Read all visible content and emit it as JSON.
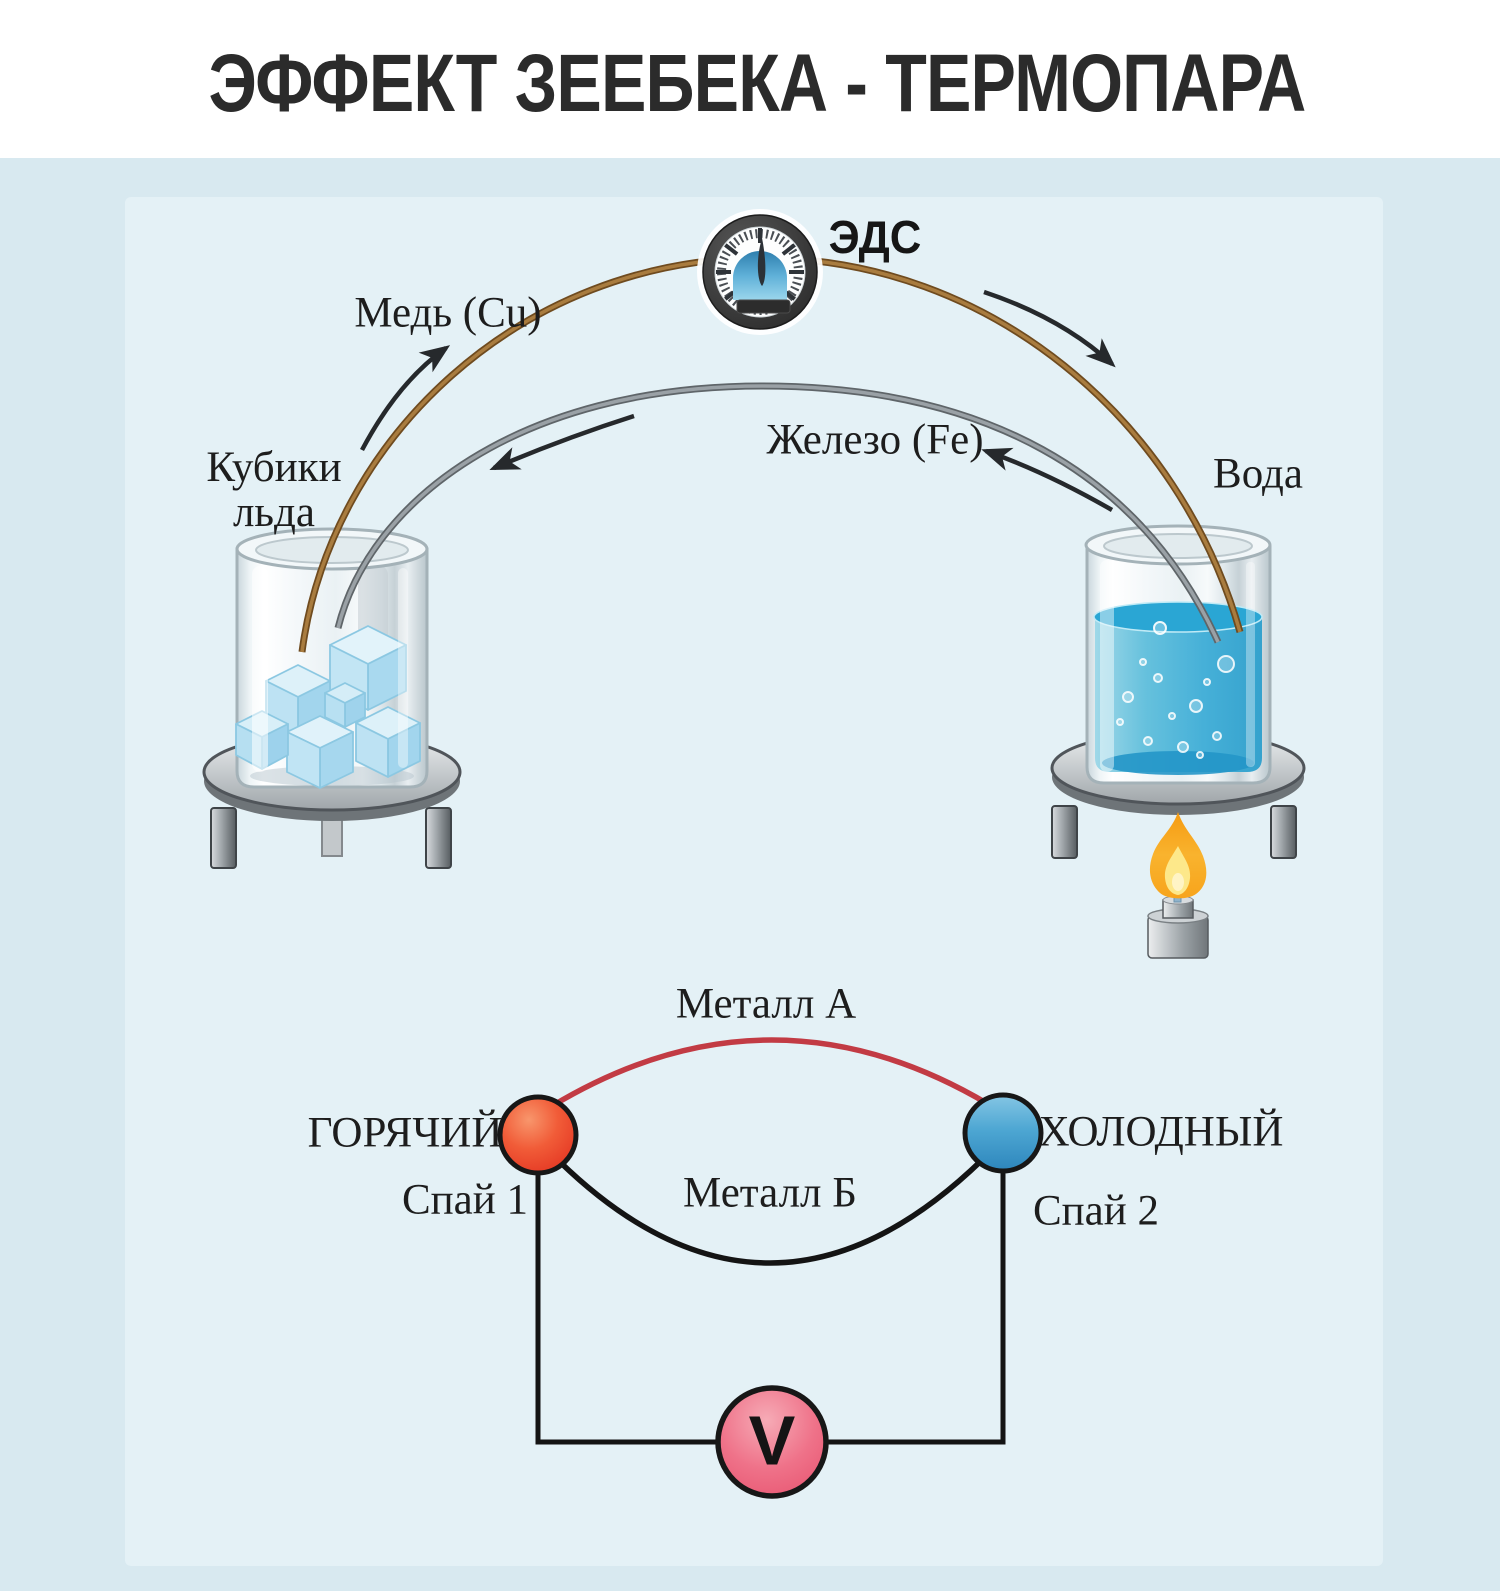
{
  "title": "ЭФФЕКТ ЗЕЕБЕКА - ТЕРМОПАРА",
  "top_diagram": {
    "meter_label": "ЭДС",
    "copper_wire_label": "Медь (Cu)",
    "iron_wire_label": "Железо (Fe)",
    "ice_label": "Кубики\nльда",
    "water_label": "Вода"
  },
  "bottom_diagram": {
    "metal_a_label": "Металл А",
    "metal_b_label": "Металл Б",
    "hot_label": "ГОРЯЧИЙ",
    "hot_junction_label": "Спай 1",
    "cold_label": "ХОЛОДНЫЙ",
    "cold_junction_label": "Спай 2",
    "voltmeter_label": "V"
  },
  "colors": {
    "background": "#d8e9f0",
    "panel": "#e4f1f6",
    "copper_wire": "#a97c3f",
    "iron_wire": "#9aa1a6",
    "metal_a_wire": "#c23b44",
    "metal_b_wire": "#141414",
    "hot_junction": "#e83a24",
    "cold_junction": "#3a95c8",
    "voltmeter": "#ee6a81",
    "flame": "#f5a21f",
    "water": "#46b0d8",
    "ice": "#b5e0f2"
  }
}
